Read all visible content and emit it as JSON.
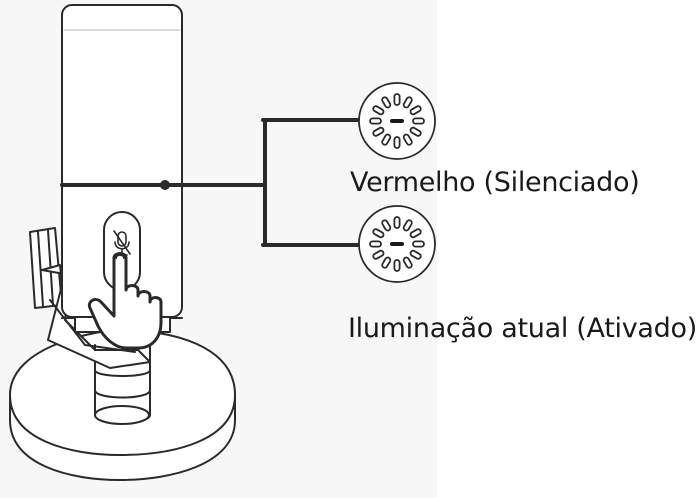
{
  "labels": {
    "muted": "Vermelho (Silenciado)",
    "active": "Iluminação atual (Ativado)"
  },
  "colors": {
    "line": "#2a2a2a",
    "fill": "#ffffff",
    "panel_background": "#f7f7f7",
    "led_accent": "#1a1a1a"
  },
  "icons": {
    "device": "microphone-on-stand",
    "button": "mic-mute-button-icon",
    "hand": "pointing-hand-icon",
    "indicator": "led-ring-indicator-icon"
  }
}
